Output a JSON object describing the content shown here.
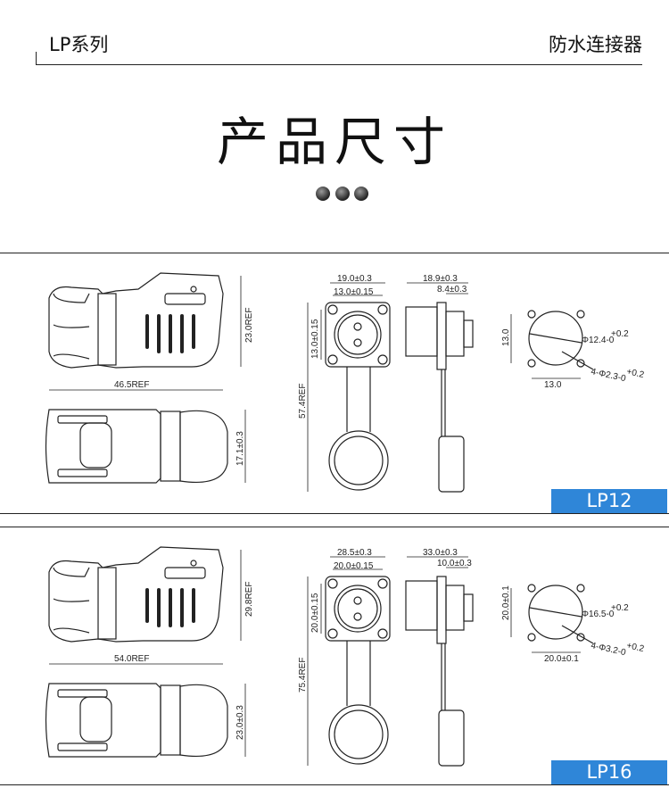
{
  "header": {
    "series": "LP系列",
    "category": "防水连接器"
  },
  "title": "产品尺寸",
  "sections": [
    {
      "label": "LP12",
      "side_length": "46.5REF",
      "side_height": "23.0REF",
      "bottom_height": "17.1±0.3",
      "total_length": "57.4REF",
      "flange_width": "19.0±0.3",
      "hole_spacing": "13.0±0.15",
      "hole_spacing_v": "13.0±0.15",
      "side_depth": "18.9±0.3",
      "side_flange": "8.4±0.3",
      "cutout_v": "13.0",
      "cutout_h": "13.0",
      "cutout_dia": "Φ12.4-0",
      "dia_tol": "+0.2",
      "holes": "4-Φ2.3-0",
      "holes_tol": "+0.2"
    },
    {
      "label": "LP16",
      "side_length": "54.0REF",
      "side_height": "29.8REF",
      "bottom_height": "23.0±0.3",
      "total_length": "75.4REF",
      "flange_width": "28.5±0.3",
      "hole_spacing": "20.0±0.15",
      "hole_spacing_v": "20.0±0.15",
      "side_depth": "33.0±0.3",
      "side_flange": "10.0±0.3",
      "cutout_v": "20.0±0.1",
      "cutout_h": "20.0±0.1",
      "cutout_dia": "Φ16.5-0",
      "dia_tol": "+0.2",
      "holes": "4-Φ3.2-0",
      "holes_tol": "+0.2"
    }
  ]
}
